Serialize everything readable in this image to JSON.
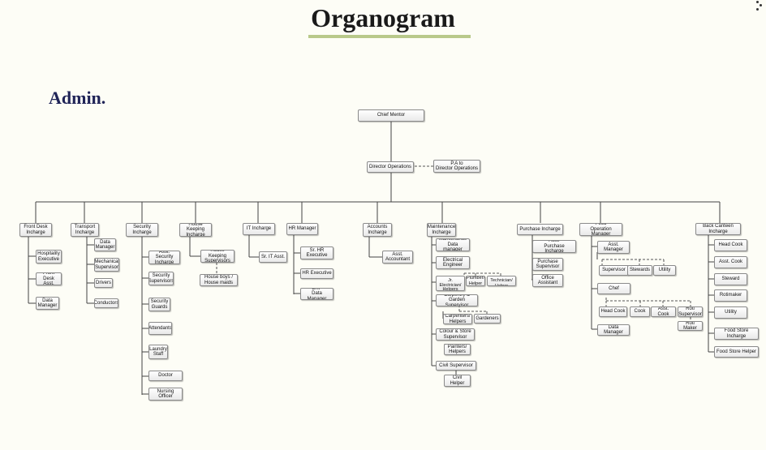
{
  "title": "Organogram",
  "subtitle": "Admin.",
  "nodes": {
    "chief_mentor": "Chief Mentor",
    "director_operations": "Director Operations",
    "pa_director": "P.A to\nDirector Operations",
    "front_desk_incharge": "Front Desk\nIncharge",
    "hospitality_executive": "Hospitality\nExecutive",
    "front_desk_asst": "Front Desk\nAsst.",
    "data_manager_fd": "Data\nManager",
    "transport_incharge": "Transport\nIncharge",
    "data_manager_tr": "Data\nManager",
    "mechanical_supervisor": "Mechanical\nSupervisor",
    "drivers": "Drivers",
    "conductors": "Conductors",
    "security_incharge": "Security\nIncharge",
    "asst_security_incharge": "Asst. Security\nIncharge",
    "security_supervisors": "Security\nSupervisors",
    "security_guards": "Security\nGuards",
    "attendants": "Attendants",
    "laundry_staff": "Laundry\nStaff",
    "doctor": "Doctor",
    "nursing_officer": "Nursing\nOfficer",
    "house_keeping_incharge": "House Keeping\nIncharge",
    "house_keeping_supervisors": "House Keeping\nSupervisors",
    "house_boys": "House boys /\nHouse maids",
    "it_incharge": "IT Incharge",
    "sr_it_asst": "Sr. IT Asst.",
    "hr_manager": "HR Manager",
    "sr_hr_executive": "Sr. HR\nExecutive",
    "hr_executive": "HR Executive",
    "erp_data_manager": "ERP\nData Manager",
    "accounts_incharge": "Accounts\nIncharge",
    "asst_accountant": "Asst.\nAccountant",
    "maintenance_incharge": "Maintenance\nIncharge",
    "maintenance_data_manager": "Maintenance\nData manager",
    "electrical_engineer": "Electrical\nEngineer",
    "electronics_helpers": "Electronics/\nJr. Electrician/\nHelpers",
    "plumber_helper": "Plumber/\nHelper",
    "ac_technician": "AC Technician/\nHelper",
    "carpentry_supervisor": "Carpentry &\nGarden Supervisor",
    "carpenters_helpers": "Carpenters/\nHelpers",
    "gardeners": "Gardeners",
    "colour_store_supervisor": "Colour & Store\nSupervisor",
    "painters_helpers": "Painters/\nHelpers",
    "civil_supervisor": "Civil Supervisor",
    "civil_helper": "Civil\nHelper",
    "purchase_incharge": "Purchase Incharge",
    "asst_purchase_incharge": "Asst.\nPurchase Incharge",
    "purchase_supervisor": "Purchase\nSupervisor",
    "office_assistant": "Office\nAssistant",
    "food_operation_manager": "Food\nOperation Manager",
    "asst_manager": "Asst.\nManager",
    "supervisor": "Supervisor",
    "stewards": "Stewards",
    "utility_food": "Utility",
    "chef": "Chef",
    "head_cook_food": "Head Cook",
    "cook": "Cook",
    "asst_cook_food": "Asst. Cook",
    "roti_supervisor": "Roti\nSupervisor",
    "roti_maker": "Roti Maker",
    "data_manager_food": "Data Manager",
    "back_canteen_incharge": "Back Canteen\nIncharge",
    "head_cook_bc": "Head Cook",
    "asst_cook_bc": "Asst. Cook",
    "steward_bc": "Steward",
    "rotimaker_bc": "Rotimaker",
    "utility_bc": "Utility",
    "food_store_incharge": "Food Store\nIncharge",
    "food_store_helper": "Food Store Helper"
  }
}
